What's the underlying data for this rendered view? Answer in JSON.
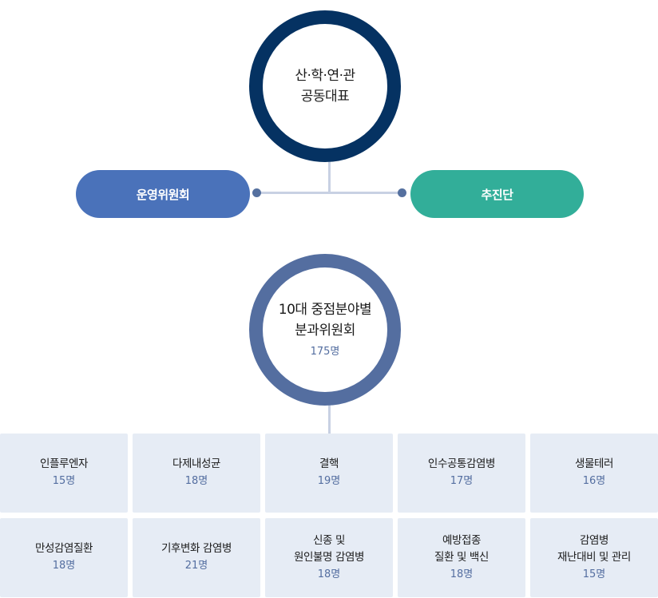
{
  "top_circle": {
    "line1": "산·학·연·관",
    "line2": "공동대표"
  },
  "left_pill": {
    "label": "운영위원회"
  },
  "right_pill": {
    "label": "추진단"
  },
  "mid_circle": {
    "line1": "10대 중점분야별",
    "line2": "분과위원회",
    "count": "175명"
  },
  "committees": [
    {
      "name": "인플루엔자",
      "count": "15명"
    },
    {
      "name": "다제내성균",
      "count": "18명"
    },
    {
      "name": "결핵",
      "count": "19명"
    },
    {
      "name": "인수공통감염병",
      "count": "17명"
    },
    {
      "name": "생물테러",
      "count": "16명"
    },
    {
      "name": "만성감염질환",
      "count": "18명"
    },
    {
      "name": "기후변화 감염병",
      "count": "21명"
    },
    {
      "name": "신종 및\n원인불명 감염병",
      "count": "18명"
    },
    {
      "name": "예방접종\n질환 및 백신",
      "count": "18명"
    },
    {
      "name": "감염병\n재난대비 및 관리",
      "count": "15명"
    }
  ]
}
